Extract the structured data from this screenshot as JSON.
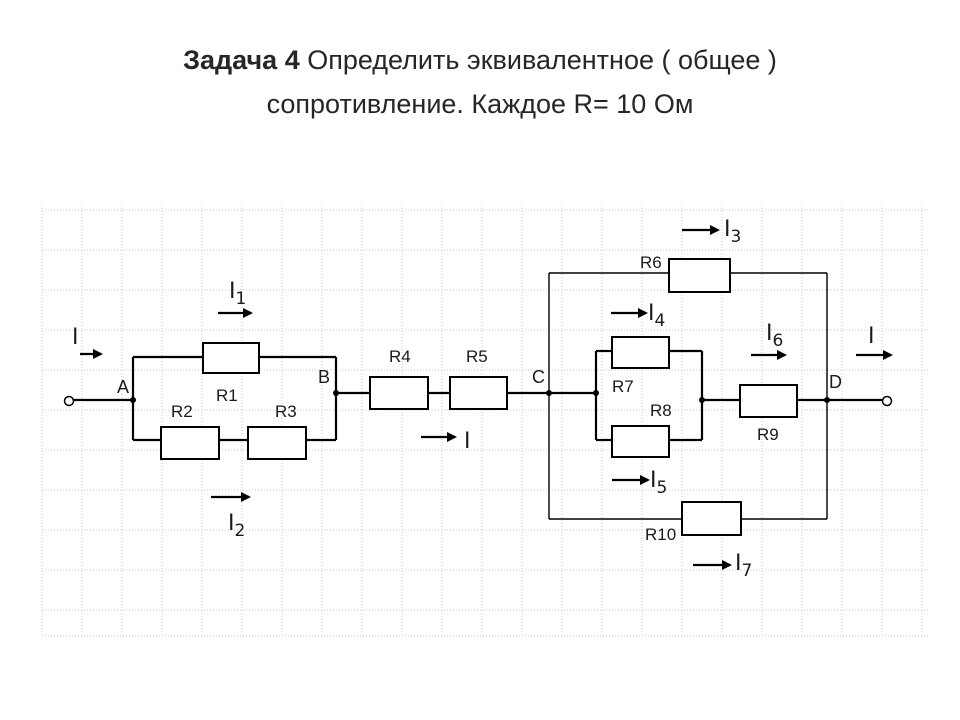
{
  "title": {
    "bold": "Задача 4",
    "line1_rest": " Определить эквивалентное ( общее )",
    "line2": "сопротивление. Каждое R= 10 Ом"
  },
  "nodes": [
    "A",
    "B",
    "C",
    "D"
  ],
  "resistors": {
    "R1": "R1",
    "R2": "R2",
    "R3": "R3",
    "R4": "R4",
    "R5": "R5",
    "R6": "R6",
    "R7": "R7",
    "R8": "R8",
    "R9": "R9",
    "R10": "R10"
  },
  "currents": {
    "I": "I",
    "I1": {
      "main": "I",
      "sub": "1"
    },
    "I2": {
      "main": "I",
      "sub": "2"
    },
    "I3": {
      "main": "I",
      "sub": "3"
    },
    "I4": {
      "main": "I",
      "sub": "4"
    },
    "I5": {
      "main": "I",
      "sub": "5"
    },
    "I6": {
      "main": "I",
      "sub": "6"
    },
    "I7": {
      "main": "I",
      "sub": "7"
    }
  },
  "colors": {
    "line": "#000000",
    "grid": "#c9c9c9",
    "title_text": "#262626"
  }
}
